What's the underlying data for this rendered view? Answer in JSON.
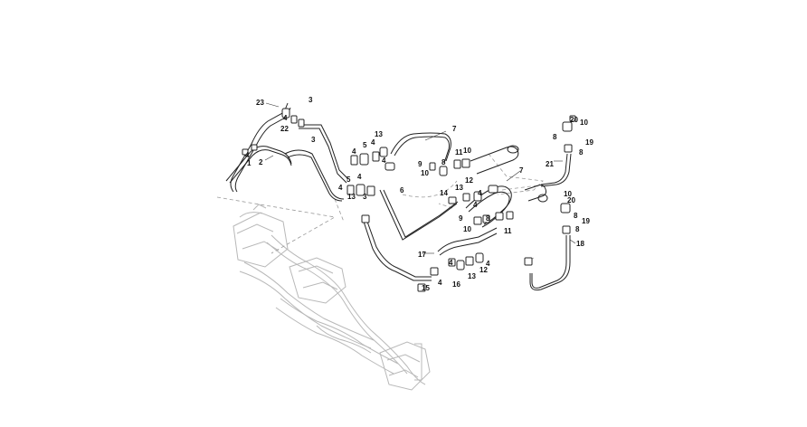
{
  "diagram": {
    "callouts": [
      "23",
      "3",
      "4",
      "22",
      "3",
      "2",
      "4",
      "1",
      "13",
      "5",
      "4",
      "4",
      "7",
      "4",
      "9",
      "8",
      "11",
      "10",
      "10",
      "6",
      "5",
      "4",
      "4",
      "3",
      "13",
      "12",
      "14",
      "13",
      "4",
      "4",
      "7",
      "10",
      "20",
      "8",
      "19",
      "8",
      "21",
      "10",
      "20",
      "8",
      "19",
      "8",
      "18",
      "9",
      "8",
      "10",
      "11",
      "17",
      "4",
      "12",
      "15",
      "4",
      "16",
      "13",
      "4"
    ]
  }
}
